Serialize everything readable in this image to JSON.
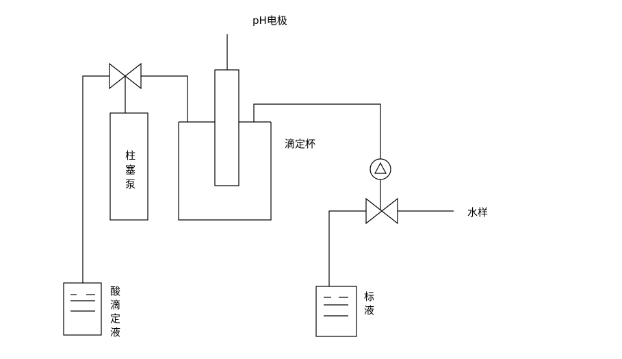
{
  "labels": {
    "ph_electrode": "pH电极",
    "titration_cup": "滴定杯",
    "water_sample": "水样",
    "plunger_pump": "柱塞泵",
    "acid_titrant": "酸滴定液",
    "standard_solution": "标液"
  },
  "icons": {
    "valve_left": "valve-icon",
    "valve_right": "valve-icon",
    "pump": "pump-icon"
  }
}
